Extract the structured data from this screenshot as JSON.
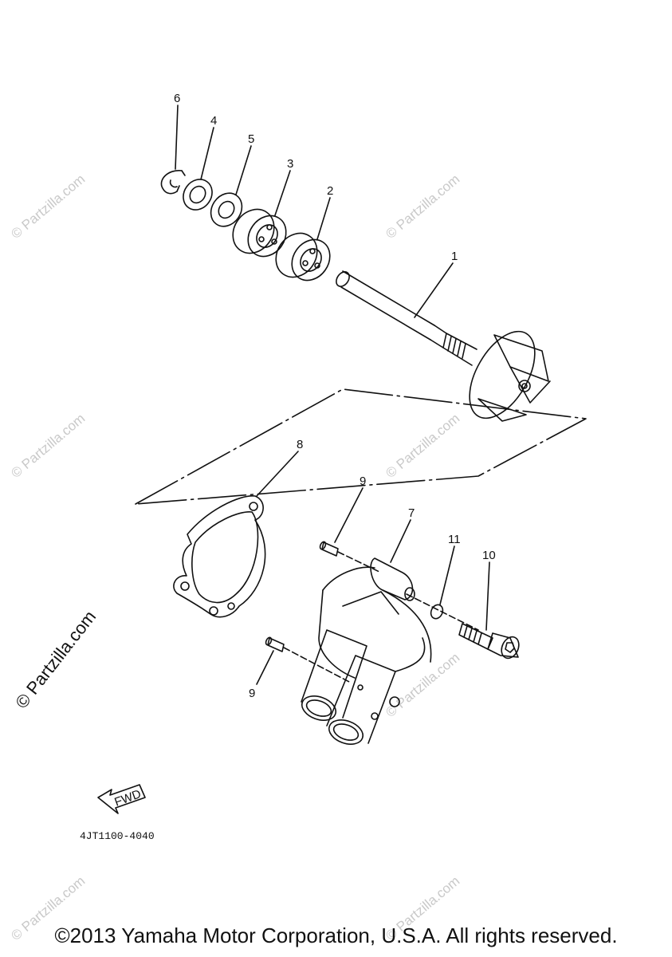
{
  "diagram": {
    "callouts": {
      "c1": "1",
      "c2": "2",
      "c3": "3",
      "c4": "4",
      "c5": "5",
      "c6": "6",
      "c7": "7",
      "c8": "8",
      "c9a": "9",
      "c9b": "9",
      "c10": "10",
      "c11": "11"
    },
    "fwd_label": "FWD",
    "drawing_code": "4JT1100-4040"
  },
  "watermark": {
    "text": "© Partzilla.com",
    "prominent": "© Partzilla.com"
  },
  "copyright": "©2013 Yamaha Motor Corporation, U.S.A. All rights reserved."
}
